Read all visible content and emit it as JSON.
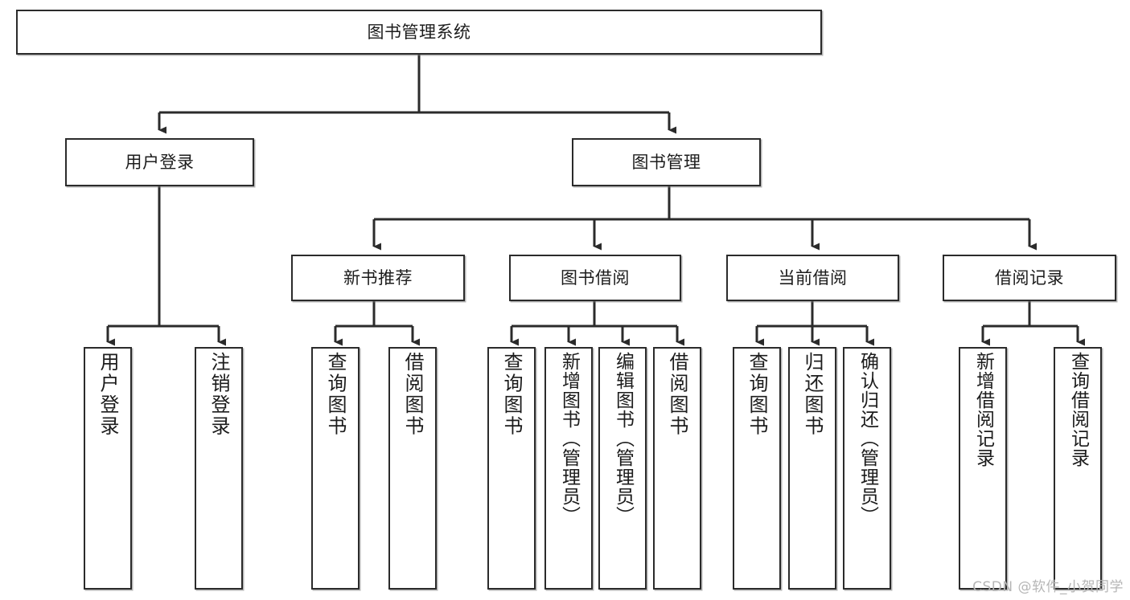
{
  "diagram": {
    "title": "图书管理系统",
    "watermark": "CSDN @软件_小贺同学",
    "stroke_color": "#2b2b2b",
    "fill_color": "#ffffff",
    "text_color": "#1c1c1c",
    "watermark_color": "#b6b6b6"
  },
  "levels": {
    "root": {
      "label": "图书管理系统"
    },
    "level2": [
      {
        "label": "用户登录"
      },
      {
        "label": "图书管理"
      }
    ],
    "level3": [
      {
        "label": "新书推荐"
      },
      {
        "label": "图书借阅"
      },
      {
        "label": "当前借阅"
      },
      {
        "label": "借阅记录"
      }
    ],
    "leaves": {
      "user_login": [
        {
          "label": "用户登录"
        },
        {
          "label": "注销登录"
        }
      ],
      "new_book_recommend": [
        {
          "label": "查询图书"
        },
        {
          "label": "借阅图书"
        }
      ],
      "book_borrow": [
        {
          "label": "查询图书"
        },
        {
          "label": "新增图书（管理员）"
        },
        {
          "label": "编辑图书（管理员）"
        },
        {
          "label": "借阅图书"
        }
      ],
      "current_borrow": [
        {
          "label": "查询图书"
        },
        {
          "label": "归还图书"
        },
        {
          "label": "确认归还（管理员）"
        }
      ],
      "borrow_record": [
        {
          "label": "新增借阅记录"
        },
        {
          "label": "查询借阅记录"
        }
      ]
    }
  }
}
